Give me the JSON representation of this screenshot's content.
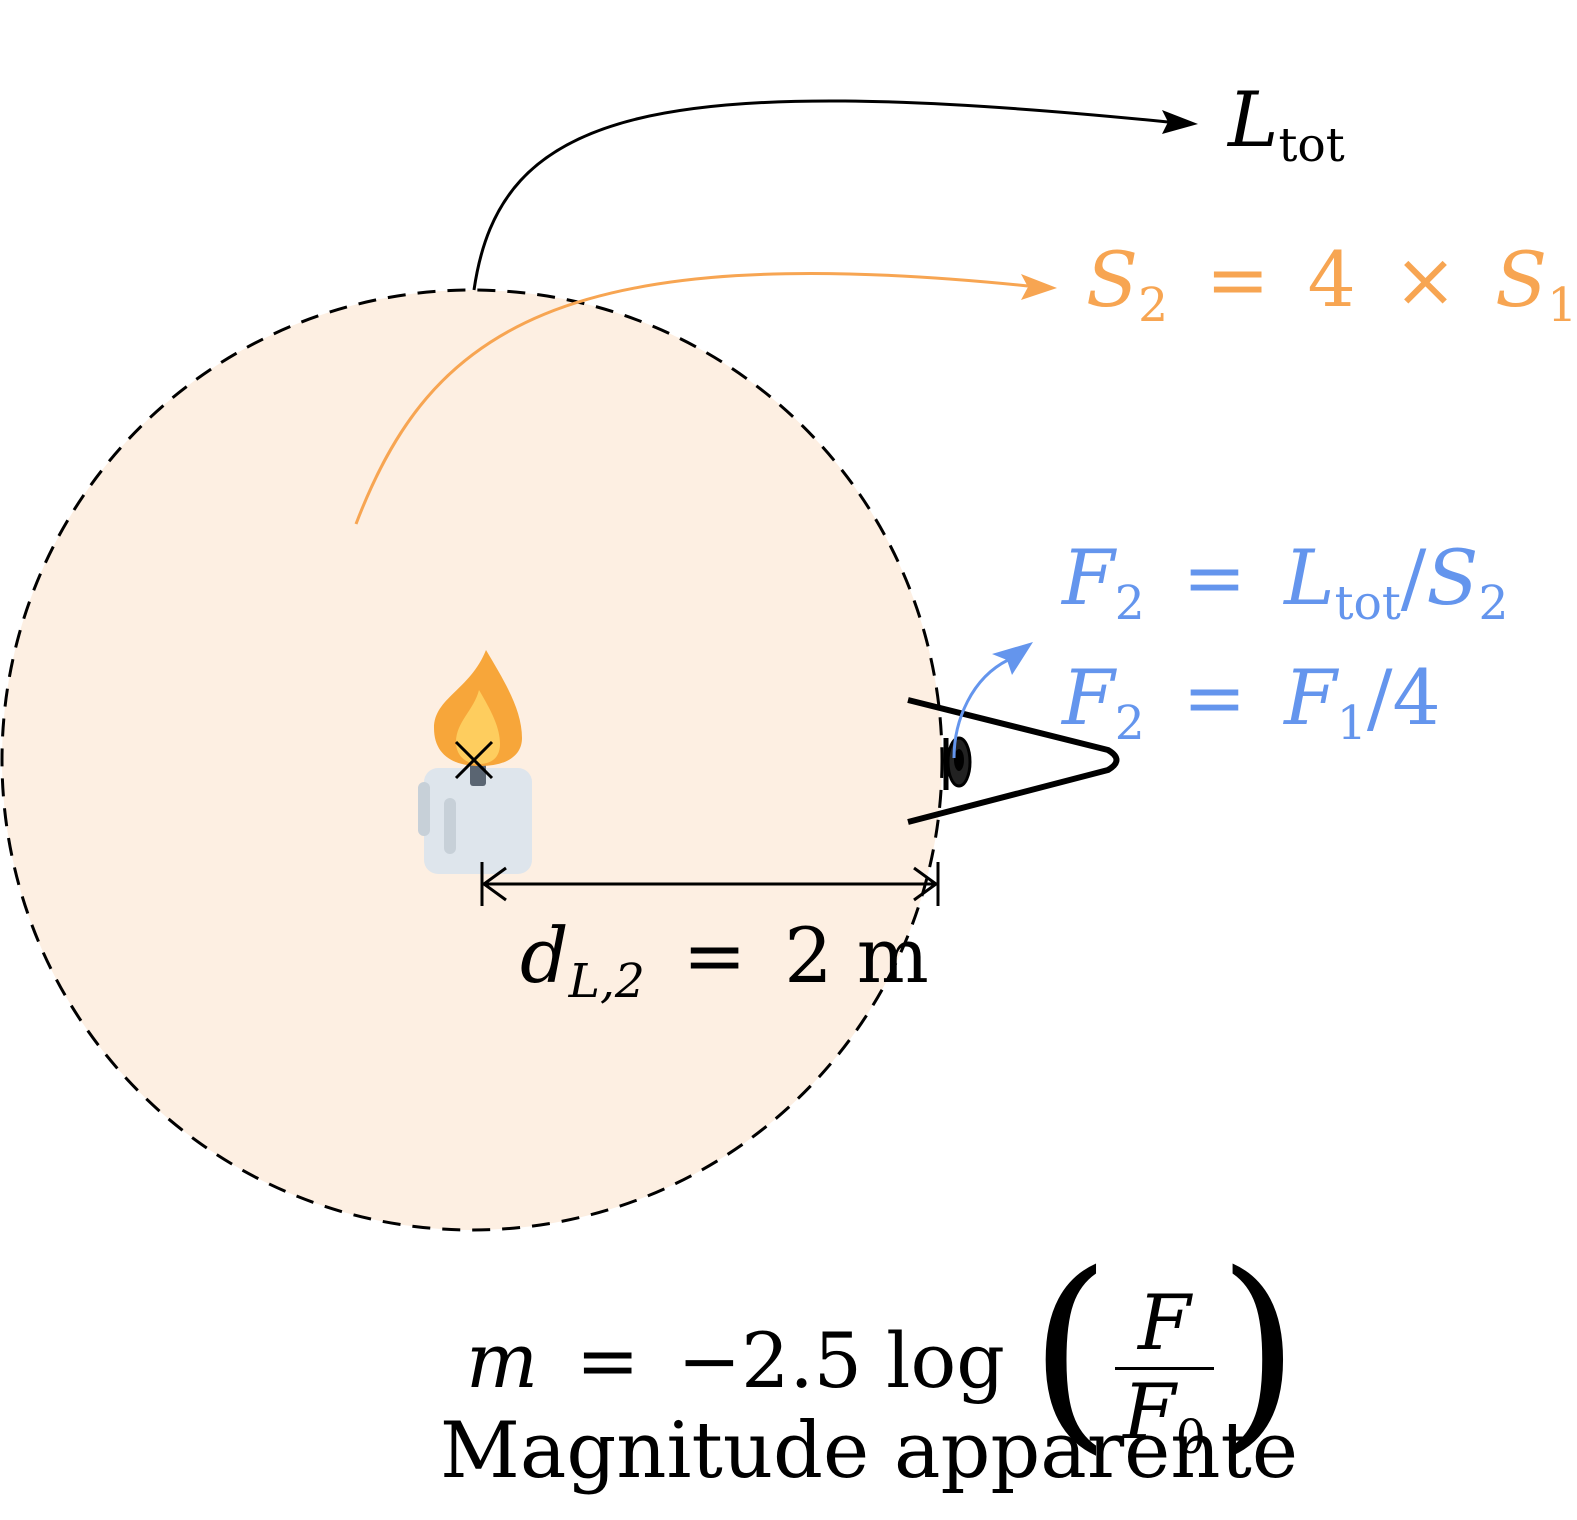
{
  "colors": {
    "sphere_fill": "#FDEFE2",
    "sphere_stroke": "#000000",
    "orange": "#F7A552",
    "blue": "#6495ED",
    "black": "#000000"
  },
  "icons": [
    "candle-icon",
    "eye-icon"
  ],
  "labels": {
    "ltot": {
      "main": "L",
      "sub": "tot"
    },
    "s2": {
      "lhs": "S",
      "lhs_sub": "2",
      "op": "=",
      "factor": "4",
      "times": "×",
      "rhs": "S",
      "rhs_sub": "1"
    },
    "f2a": {
      "lhs": "F",
      "lhs_sub": "2",
      "op": "=",
      "num": "L",
      "num_sub": "tot",
      "slash": "/",
      "den": "S",
      "den_sub": "2"
    },
    "f2b": {
      "lhs": "F",
      "lhs_sub": "2",
      "op": "=",
      "num": "F",
      "num_sub": "1",
      "slash": "/",
      "den": "4"
    },
    "distance": {
      "var": "d",
      "sub": "L,2",
      "op": "=",
      "value": "2",
      "unit": "m"
    },
    "formula": {
      "lhs": "m",
      "op": "=",
      "coef": "−2.5",
      "fn": "log",
      "num": "F",
      "den": "F",
      "den_sub": "0",
      "lparen": "(",
      "rparen": ")"
    },
    "caption": "Magnitude apparente"
  }
}
